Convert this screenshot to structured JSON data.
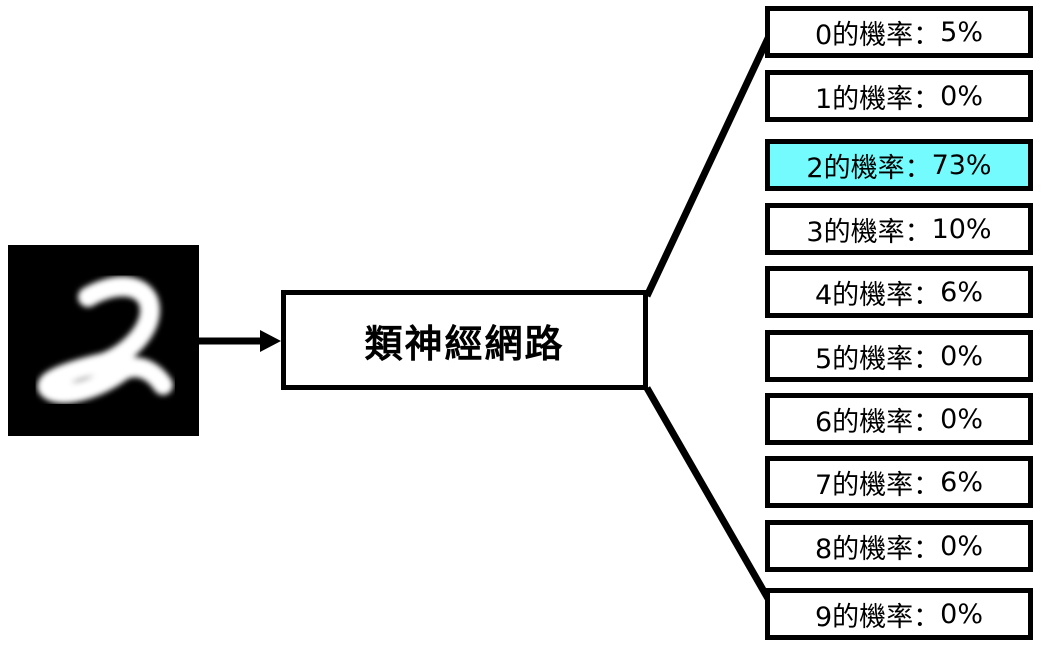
{
  "input_image": {
    "digit": "2"
  },
  "network": {
    "label": "類神經網路"
  },
  "highlight_color": "#73FBFD",
  "outputs": [
    {
      "label": "0的機率：",
      "value": "5%",
      "probability": 5
    },
    {
      "label": "1的機率：",
      "value": "0%",
      "probability": 0
    },
    {
      "label": "2的機率：",
      "value": "73%",
      "probability": 73,
      "highlighted": true
    },
    {
      "label": "3的機率：",
      "value": "10%",
      "probability": 10
    },
    {
      "label": "4的機率：",
      "value": "6%",
      "probability": 6
    },
    {
      "label": "5的機率：",
      "value": "0%",
      "probability": 0
    },
    {
      "label": "6的機率：",
      "value": "0%",
      "probability": 0
    },
    {
      "label": "7的機率：",
      "value": "6%",
      "probability": 6
    },
    {
      "label": "8的機率：",
      "value": "0%",
      "probability": 0
    },
    {
      "label": "9的機率：",
      "value": "0%",
      "probability": 0
    }
  ]
}
